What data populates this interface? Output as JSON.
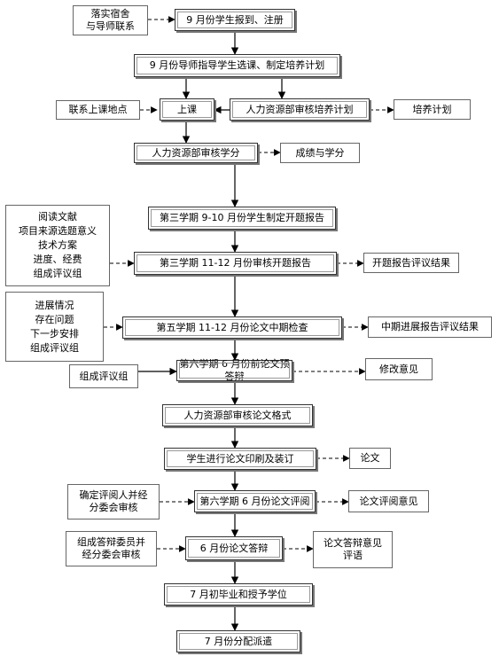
{
  "flow": {
    "dorm": "落实宿舍\n与导师联系",
    "register": "9 月份学生报到、注册",
    "select_course": "9 月份导师指导学生选课、制定培养计划",
    "class_location": "联系上课地点",
    "attend_class": "上课",
    "hr_review_plan": "人力资源部审核培养计划",
    "training_plan": "培养计划",
    "hr_review_credits": "人力资源部审核学分",
    "grades": "成绩与学分",
    "proposal_materials": "阅读文献\n项目来源选题意义\n技术方案\n进度、经费\n组成评议组",
    "sem3_proposal": "第三学期 9-10 月份学生制定开题报告",
    "sem3_review": "第三学期 11-12 月份审核开题报告",
    "proposal_result": "开题报告评议结果",
    "midterm_materials": "进展情况\n存在问题\n下一步安排\n组成评议组",
    "sem5_midterm": "第五学期 11-12 月份论文中期检查",
    "midterm_result": "中期进展报告评议结果",
    "form_committee": "组成评议组",
    "sem6_predefense": "第六学期 6 月份前论文预答辩",
    "revision": "修改意见",
    "hr_format": "人力资源部审核论文格式",
    "print_bind": "学生进行论文印刷及装订",
    "thesis": "论文",
    "reviewers": "确定评阅人并经\n分委会审核",
    "sem6_review": "第六学期 6 月份论文评阅",
    "review_opinion": "论文评阅意见",
    "defense_committee": "组成答辩委员并\n经分委会审核",
    "defense": "6 月份论文答辩",
    "defense_opinion": "论文答辩意见\n评语",
    "graduation": "7 月初毕业和授予学位",
    "dispatch": "7 月份分配派遣"
  }
}
